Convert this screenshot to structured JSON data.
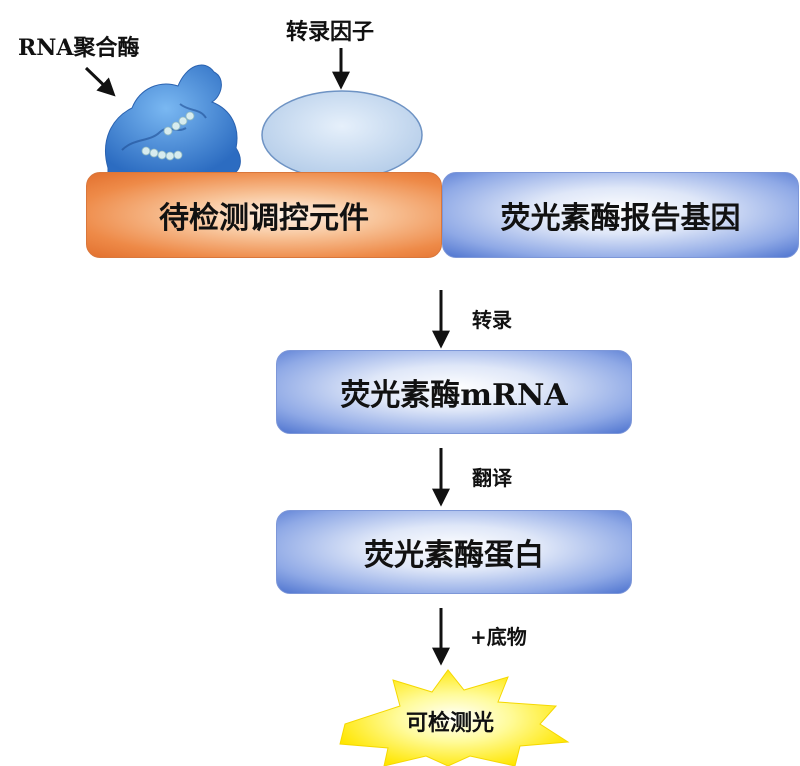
{
  "labels": {
    "rna_polymerase": "RNA聚合酶",
    "transcription_factor": "转录因子"
  },
  "boxes": {
    "regulatory_element": "待检测调控元件",
    "luciferase_reporter_gene": "荧光素酶报告基因",
    "luciferase_mrna": "荧光素酶mRNA",
    "luciferase_protein": "荧光素酶蛋白",
    "detectable_light": "可检测光"
  },
  "steps": {
    "transcription": "转录",
    "translation": "翻译",
    "substrate": "+底物"
  },
  "colors": {
    "orange_box": "#ee8a48",
    "blue_box": "#5b83d8",
    "transcription_factor": "#c8ddf2",
    "polymerase": "#3f8ad8",
    "starburst": "#fff200"
  }
}
